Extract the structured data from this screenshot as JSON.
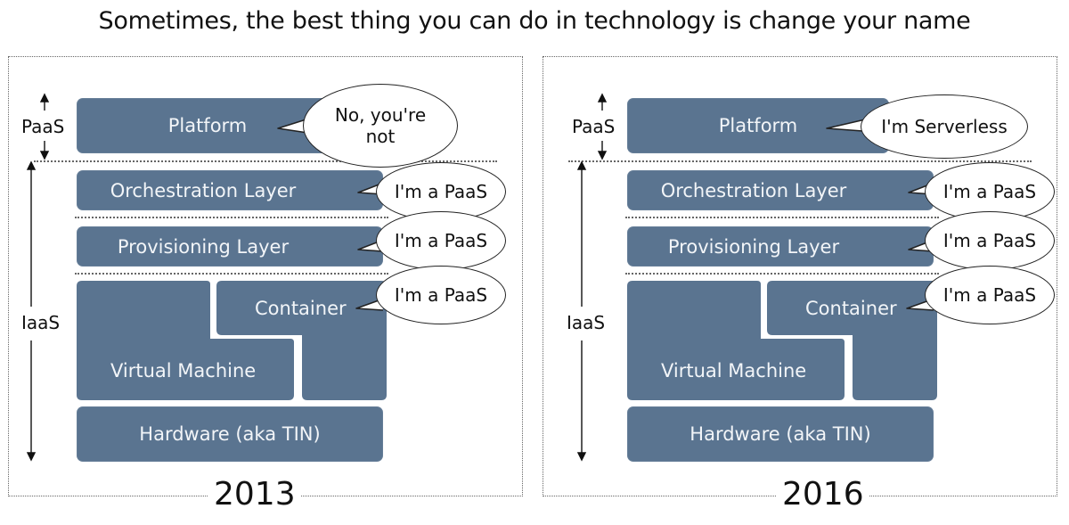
{
  "headline": "Sometimes, the best thing you can do in technology is change your name",
  "panels": [
    {
      "year": "2013",
      "paas_label": "PaaS",
      "iaas_label": "IaaS",
      "layers": {
        "platform": "Platform",
        "orchestration": "Orchestration Layer",
        "provisioning": "Provisioning Layer",
        "container": "Container",
        "virtual_machine": "Virtual Machine",
        "hardware": "Hardware (aka TIN)"
      },
      "bubbles": {
        "platform": "No, you're\nnot",
        "orchestration": "I'm a PaaS",
        "provisioning": "I'm a PaaS",
        "container": "I'm a PaaS"
      }
    },
    {
      "year": "2016",
      "paas_label": "PaaS",
      "iaas_label": "IaaS",
      "layers": {
        "platform": "Platform",
        "orchestration": "Orchestration Layer",
        "provisioning": "Provisioning Layer",
        "container": "Container",
        "virtual_machine": "Virtual Machine",
        "hardware": "Hardware (aka TIN)"
      },
      "bubbles": {
        "platform": "I'm Serverless",
        "orchestration": "I'm a PaaS",
        "provisioning": "I'm a PaaS",
        "container": "I'm a PaaS"
      }
    }
  ]
}
